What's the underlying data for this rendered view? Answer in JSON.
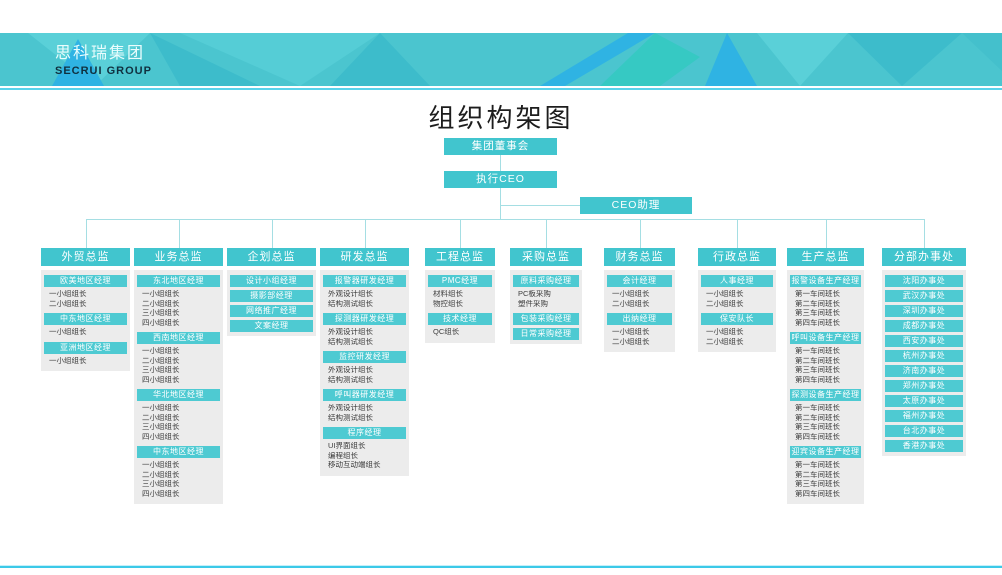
{
  "brand": {
    "cn": "思科瑞集团",
    "en": "SECRUI GROUP"
  },
  "title": "组织构架图",
  "top": {
    "board": "集团董事会",
    "ceo": "执行CEO",
    "assistant": "CEO助理"
  },
  "colors": {
    "teal_box": "#41c5ce",
    "teal_bar": "#4ecad2",
    "banner_base": "#4bc5cf",
    "banner_blue": "#2fb3e3",
    "banner_light": "#5ad0d8",
    "banner_dark": "#3dbccb",
    "panel_gray": "#ececec",
    "connector": "#a5dee3",
    "footer_line": "#3cc9e8"
  },
  "departments": [
    {
      "name": "外贸总监",
      "sections": [
        {
          "header": "欧美地区经理",
          "items": [
            "一小组组长",
            "二小组组长"
          ]
        },
        {
          "header": "中东地区经理",
          "items": [
            "一小组组长"
          ]
        },
        {
          "header": "亚洲地区经理",
          "items": [
            "一小组组长"
          ]
        }
      ]
    },
    {
      "name": "业务总监",
      "sections": [
        {
          "header": "东北地区经理",
          "items": [
            "一小组组长",
            "二小组组长",
            "三小组组长",
            "四小组组长"
          ]
        },
        {
          "header": "西南地区经理",
          "items": [
            "一小组组长",
            "二小组组长",
            "三小组组长",
            "四小组组长"
          ]
        },
        {
          "header": "华北地区经理",
          "items": [
            "一小组组长",
            "二小组组长",
            "三小组组长",
            "四小组组长"
          ]
        },
        {
          "header": "中东地区经理",
          "items": [
            "一小组组长",
            "二小组组长",
            "三小组组长",
            "四小组组长"
          ]
        }
      ]
    },
    {
      "name": "企划总监",
      "sections": [
        {
          "header": "设计小组经理",
          "items": []
        },
        {
          "header": "摄影部经理",
          "items": []
        },
        {
          "header": "网络推广经理",
          "items": []
        },
        {
          "header": "文案经理",
          "items": []
        }
      ]
    },
    {
      "name": "研发总监",
      "sections": [
        {
          "header": "报警器研发经理",
          "items": [
            "外观设计组长",
            "结构测试组长"
          ]
        },
        {
          "header": "探测器研发经理",
          "items": [
            "外观设计组长",
            "结构测试组长"
          ]
        },
        {
          "header": "监控研发经理",
          "items": [
            "外观设计组长",
            "结构测试组长"
          ]
        },
        {
          "header": "呼叫器研发经理",
          "items": [
            "外观设计组长",
            "结构测试组长"
          ]
        },
        {
          "header": "程序经理",
          "items": [
            "UI界面组长",
            "编程组长",
            "移动互动端组长"
          ]
        }
      ]
    },
    {
      "name": "工程总监",
      "sections": [
        {
          "header": "PMC经理",
          "items": [
            "材料组长",
            "物控组长"
          ]
        },
        {
          "header": "技术经理",
          "items": [
            "QC组长"
          ]
        }
      ]
    },
    {
      "name": "采购总监",
      "sections": [
        {
          "header": "原料采购经理",
          "items": [
            "PC板采购",
            "塑件采购"
          ]
        },
        {
          "header": "包装采购经理",
          "items": []
        },
        {
          "header": "日常采购经理",
          "items": []
        }
      ]
    },
    {
      "name": "财务总监",
      "sections": [
        {
          "header": "会计经理",
          "items": [
            "一小组组长",
            "二小组组长"
          ]
        },
        {
          "header": "出纳经理",
          "items": [
            "一小组组长",
            "二小组组长"
          ]
        }
      ]
    },
    {
      "name": "行政总监",
      "sections": [
        {
          "header": "人事经理",
          "items": [
            "一小组组长",
            "二小组组长"
          ]
        },
        {
          "header": "保安队长",
          "items": [
            "一小组组长",
            "二小组组长"
          ]
        }
      ]
    },
    {
      "name": "生产总监",
      "sections": [
        {
          "header": "报警设备生产经理",
          "items": [
            "第一车间班长",
            "第二车间班长",
            "第三车间班长",
            "第四车间班长"
          ]
        },
        {
          "header": "呼叫设备生产经理",
          "items": [
            "第一车间班长",
            "第二车间班长",
            "第三车间班长",
            "第四车间班长"
          ]
        },
        {
          "header": "探测设备生产经理",
          "items": [
            "第一车间班长",
            "第二车间班长",
            "第三车间班长",
            "第四车间班长"
          ]
        },
        {
          "header": "迎宾设备生产经理",
          "items": [
            "第一车间班长",
            "第二车间班长",
            "第三车间班长",
            "第四车间班长"
          ]
        }
      ]
    },
    {
      "name": "分部办事处",
      "sections": [
        {
          "header": "沈阳办事处",
          "items": []
        },
        {
          "header": "武汉办事处",
          "items": []
        },
        {
          "header": "深圳办事处",
          "items": []
        },
        {
          "header": "成都办事处",
          "items": []
        },
        {
          "header": "西安办事处",
          "items": []
        },
        {
          "header": "杭州办事处",
          "items": []
        },
        {
          "header": "济南办事处",
          "items": []
        },
        {
          "header": "郑州办事处",
          "items": []
        },
        {
          "header": "太原办事处",
          "items": []
        },
        {
          "header": "福州办事处",
          "items": []
        },
        {
          "header": "台北办事处",
          "items": []
        },
        {
          "header": "香港办事处",
          "items": []
        }
      ]
    }
  ]
}
